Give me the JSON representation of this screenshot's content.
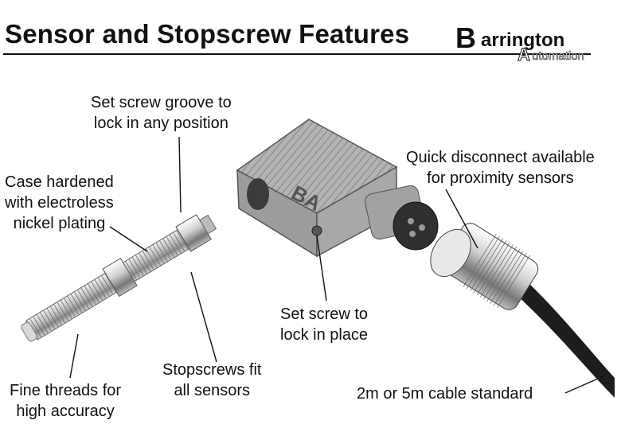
{
  "title": "Sensor and Stopscrew Features",
  "logo": {
    "first_letter": "B",
    "rest": "arrington",
    "second_letter": "A",
    "second_rest": "utomation"
  },
  "labels": {
    "set_screw_groove": [
      "Set screw groove to",
      "lock in any position"
    ],
    "case_hardened": [
      "Case hardened",
      "with electroless",
      "nickel plating"
    ],
    "quick_disconnect": [
      "Quick disconnect available",
      "for proximity sensors"
    ],
    "set_screw_lock": [
      "Set screw to",
      "lock in place"
    ],
    "stopscrews_fit": [
      "Stopscrews fit",
      "all sensors"
    ],
    "fine_threads": [
      "Fine threads for",
      "high accuracy"
    ],
    "cable_standard": "2m or 5m  cable standard"
  },
  "sensor_block_marking": "BA"
}
